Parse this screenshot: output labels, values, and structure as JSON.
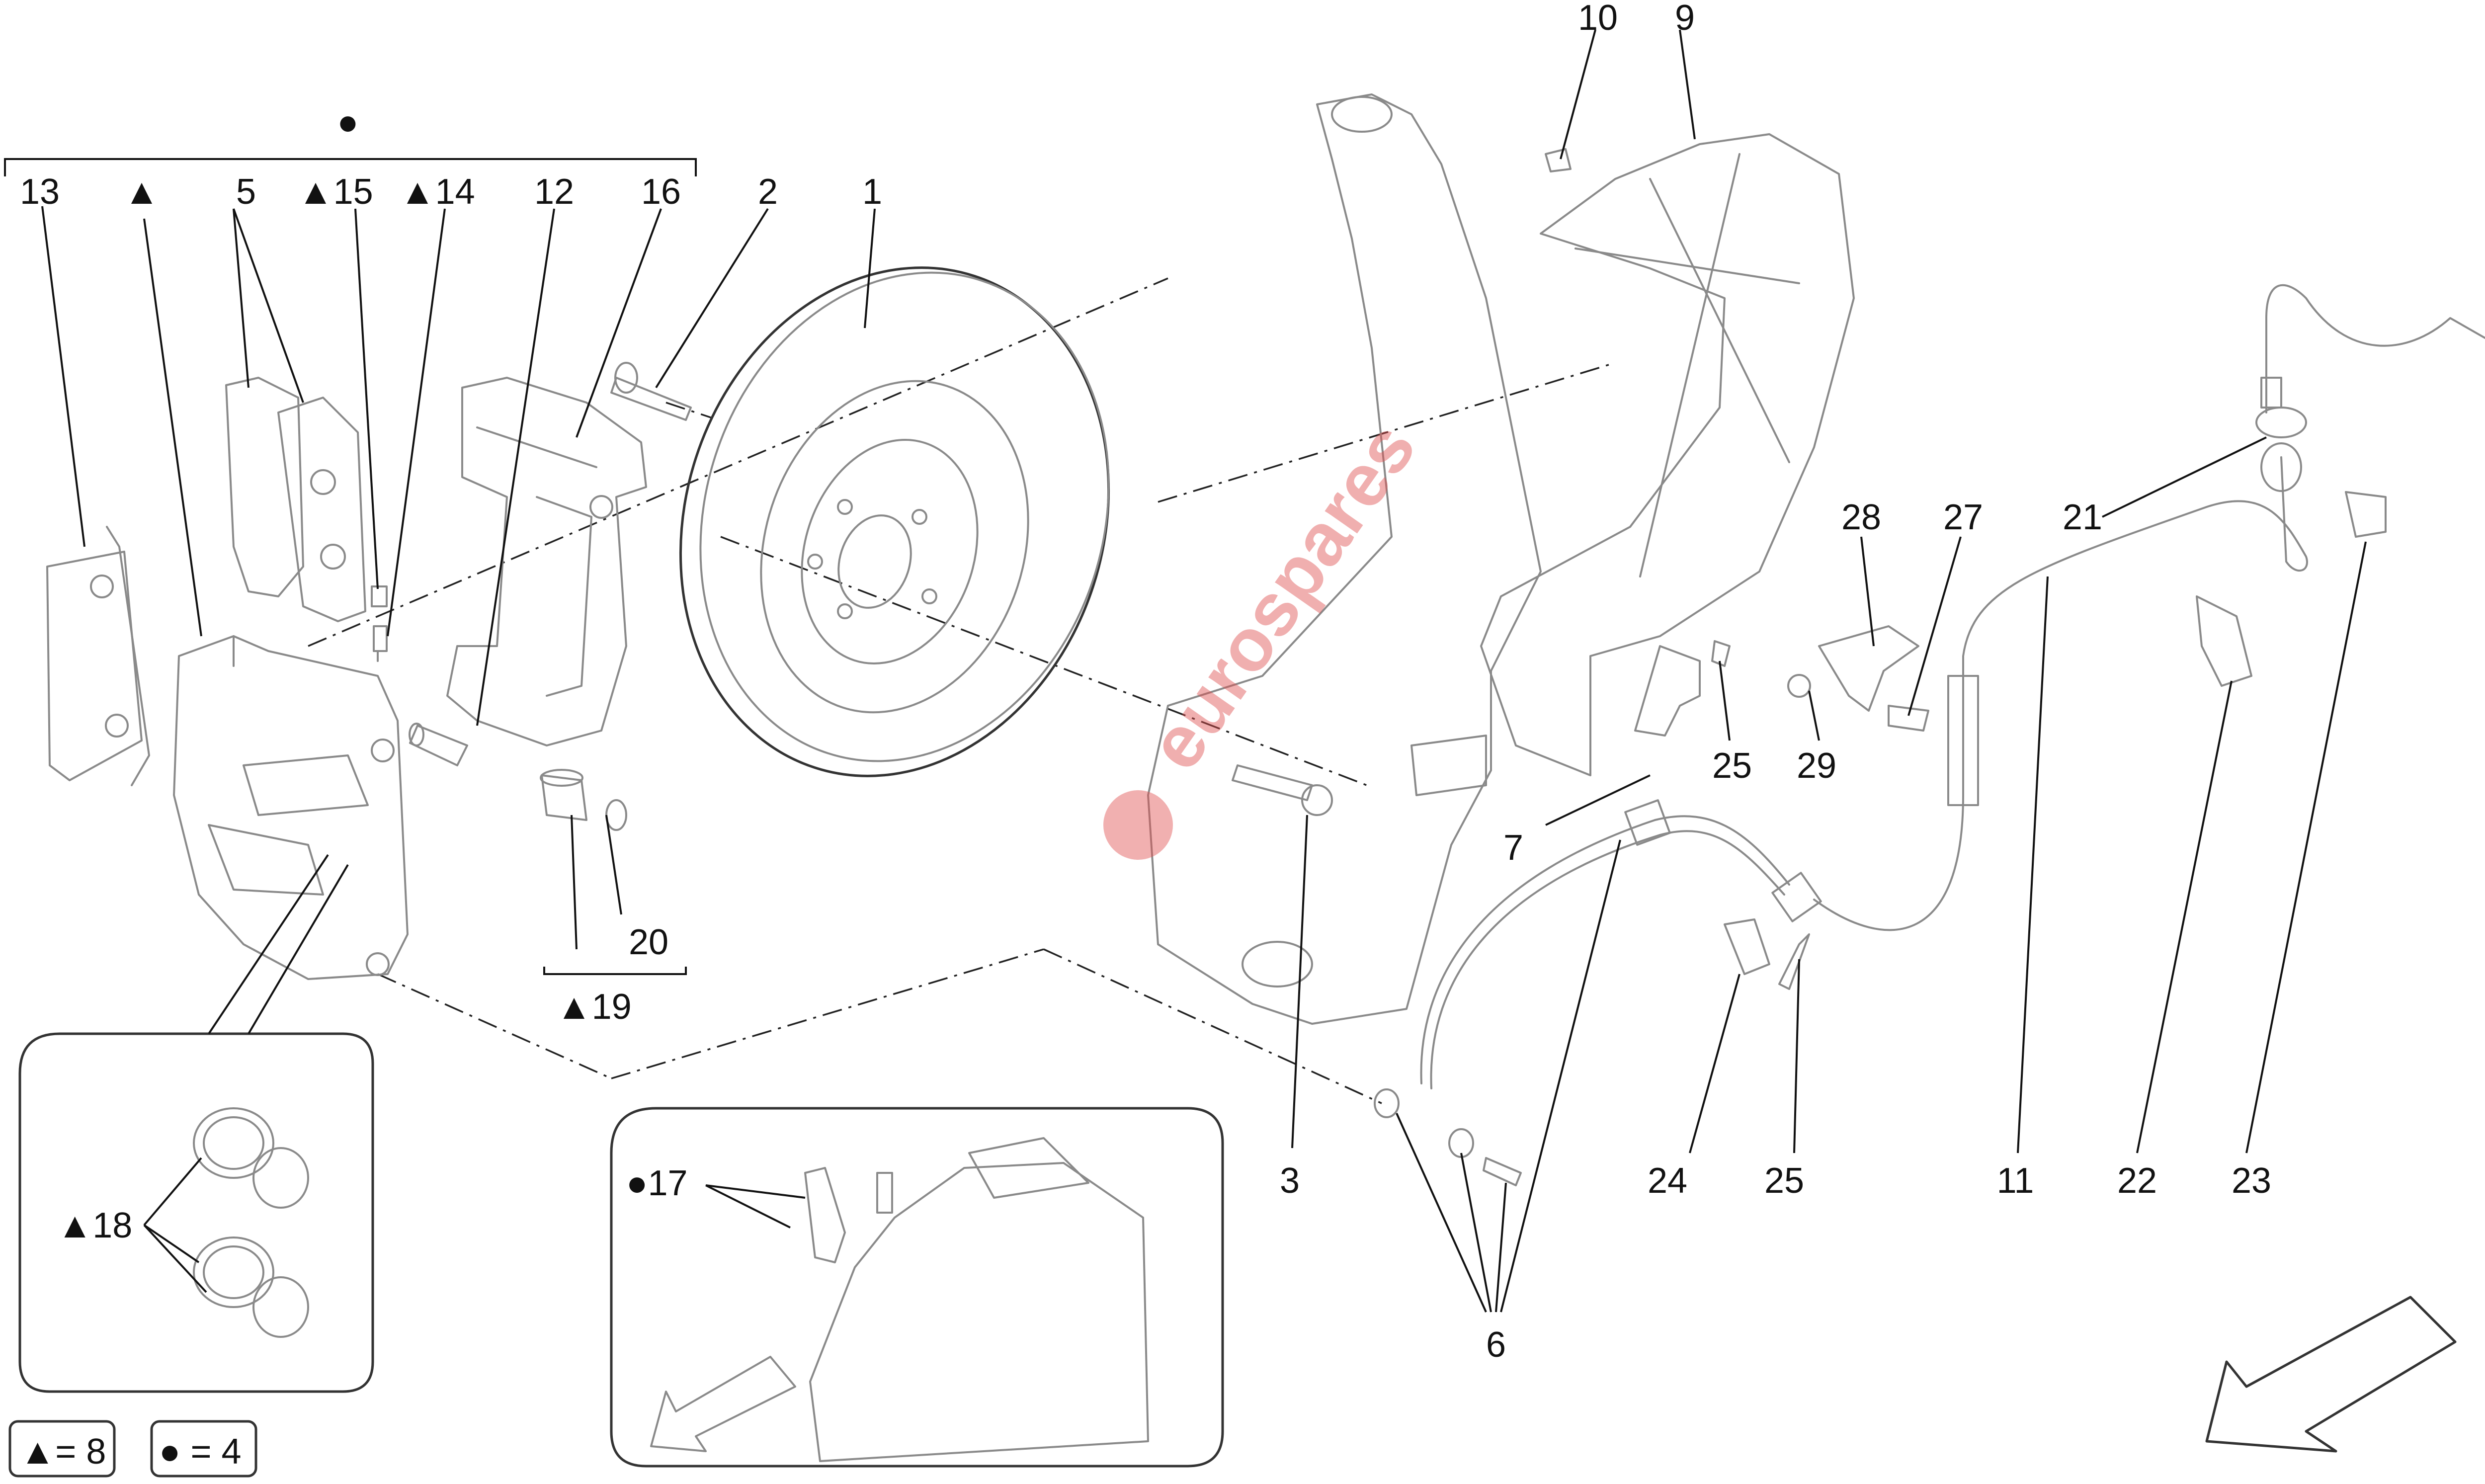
{
  "symbols": {
    "triangle": "▲",
    "bullet": "●"
  },
  "callouts": {
    "c1": "1",
    "c2": "2",
    "c3": "3",
    "c5": "5",
    "c6": "6",
    "c7": "7",
    "c9": "9",
    "c10": "10",
    "c11": "11",
    "c12": "12",
    "c13": "13",
    "c14": "▲14",
    "c15": "▲15",
    "c16": "16",
    "c17": "●17",
    "c18": "▲18",
    "c19": "▲19",
    "c20": "20",
    "c21": "21",
    "c22": "22",
    "c23": "23",
    "c24": "24",
    "c25a": "25",
    "c25b": "25",
    "c27": "27",
    "c28": "28",
    "c29": "29",
    "tri_alone": "▲",
    "bullet_top": "●"
  },
  "legend": {
    "triangle_count": "▲= 8",
    "bullet_count": "● = 4"
  },
  "watermark": {
    "brand": "eurospares"
  },
  "colors": {
    "lines": "#222222",
    "parts": "#8a8a8a",
    "watermark": "#e05050"
  },
  "icons": [
    "direction-arrow-icon"
  ]
}
